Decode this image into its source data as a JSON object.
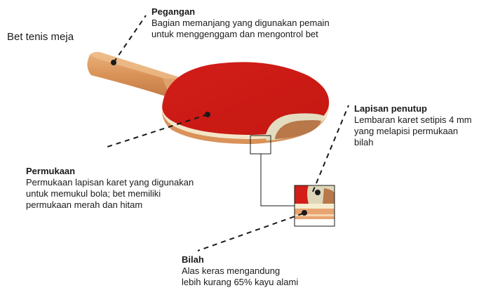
{
  "title": "Bet tenis meja",
  "parts": {
    "pegangan": {
      "name": "Pegangan",
      "desc_lines": [
        "Bagian memanjang yang digunakan pemain",
        "untuk menggenggam dan mengontrol bet"
      ]
    },
    "lapisan": {
      "name": "Lapisan penutup",
      "desc_lines": [
        "Lembaran karet setipis 4 mm",
        "yang melapisi permukaan",
        "bilah"
      ]
    },
    "permukaan": {
      "name": "Permukaan",
      "desc_lines": [
        "Permukaan lapisan karet yang digunakan",
        "untuk memukul bola; bet memiliki",
        "permukaan merah dan hitam"
      ]
    },
    "bilah": {
      "name": "Bilah",
      "desc_lines": [
        "Alas keras mengandung",
        "lebih kurang 65% kayu alami"
      ]
    }
  },
  "colors": {
    "rubber_red": "#cc1a16",
    "wood": "#d9925a",
    "sponge": "#e3dcc0",
    "handle": "#dc9a62",
    "leader": "#1a1a1a"
  }
}
